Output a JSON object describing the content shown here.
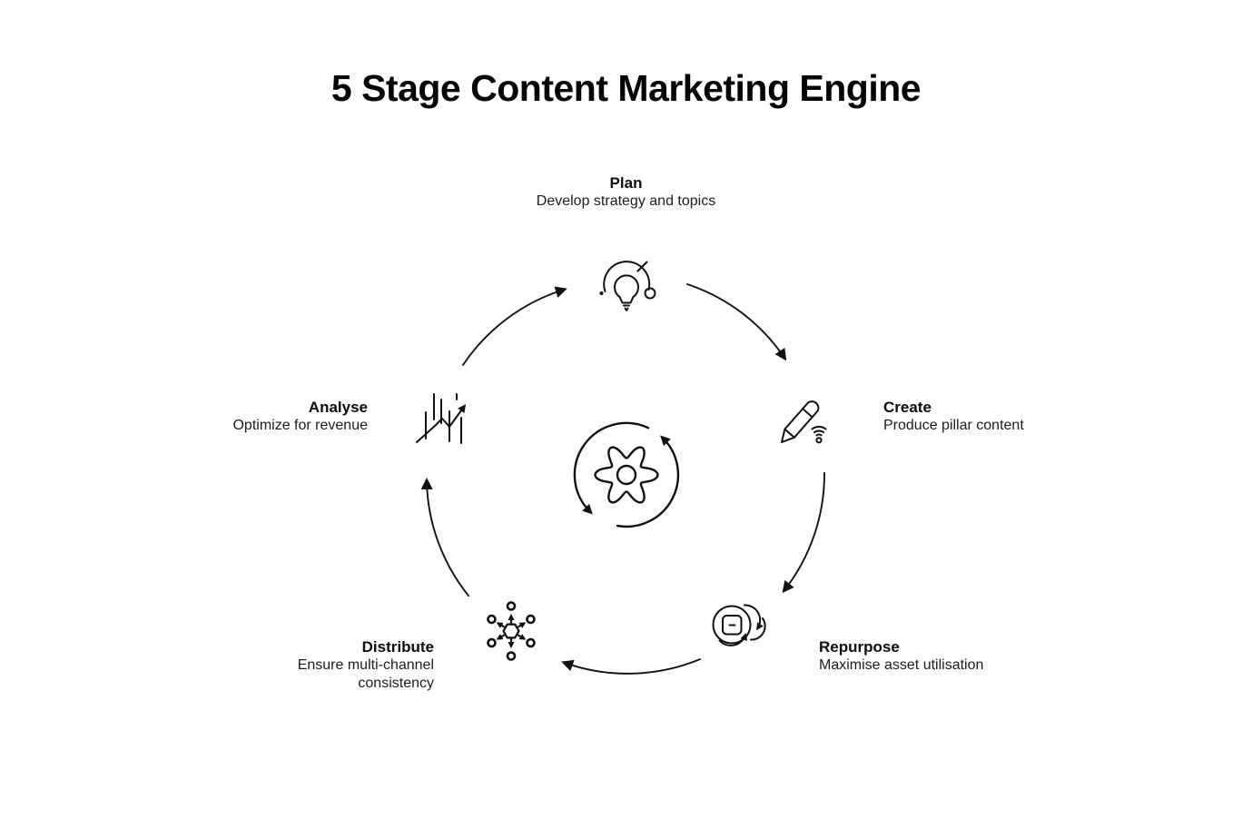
{
  "title": "5 Stage Content Marketing Engine",
  "stages": [
    {
      "name": "Plan",
      "description": "Develop strategy and topics",
      "icon": "lightbulb-idea-icon"
    },
    {
      "name": "Create",
      "description": "Produce pillar content",
      "icon": "pencil-signal-icon"
    },
    {
      "name": "Repurpose",
      "description": "Maximise asset utilisation",
      "icon": "asset-recycle-icon"
    },
    {
      "name": "Distribute",
      "description": "Ensure multi-channel consistency",
      "icon": "multi-channel-broadcast-icon"
    },
    {
      "name": "Analyse",
      "description": "Optimize for revenue",
      "icon": "analytics-growth-icon"
    }
  ],
  "center": {
    "icon": "gear-cycle-icon"
  },
  "colors": {
    "ink": "#111111",
    "background": "#ffffff"
  }
}
